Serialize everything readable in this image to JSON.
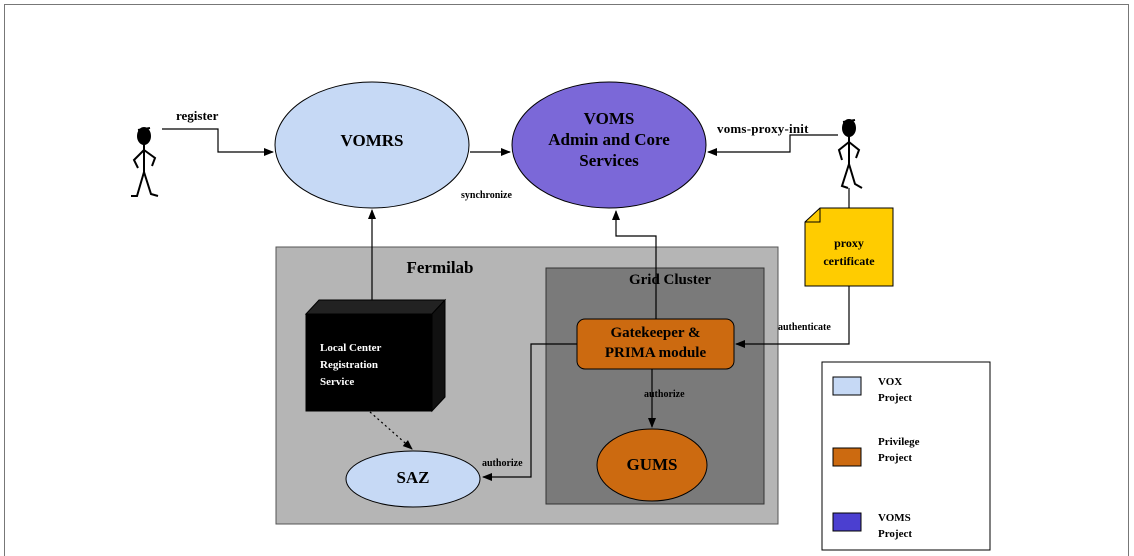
{
  "nodes": {
    "vomrs": {
      "label": "VOMRS",
      "color": "#c6d9f5"
    },
    "voms": {
      "label_line1": "VOMS",
      "label_line2": "Admin and Core",
      "label_line3": "Services",
      "color": "#7b68d8"
    },
    "fermilab": {
      "label": "Fermilab",
      "color": "#b5b5b5"
    },
    "grid_cluster": {
      "label": "Grid Cluster",
      "color": "#7a7a7a"
    },
    "local_center": {
      "label_line1": "Local Center",
      "label_line2": "Registration",
      "label_line3": "Service",
      "color": "#000000"
    },
    "gatekeeper": {
      "label_line1": "Gatekeeper &",
      "label_line2": "PRIMA module",
      "color": "#cc6a10"
    },
    "gums": {
      "label": "GUMS",
      "color": "#cc6a10"
    },
    "saz": {
      "label": "SAZ",
      "color": "#c6d9f5"
    },
    "proxy": {
      "label_line1": "proxy",
      "label_line2": "certificate",
      "color": "#ffcc00"
    }
  },
  "edges": {
    "register": "register",
    "synchronize": "synchronize",
    "voms_proxy_init": "voms-proxy-init",
    "authenticate": "authenticate",
    "authorize_gums": "authorize",
    "authorize_saz": "authorize"
  },
  "legend": {
    "items": [
      {
        "line1": "VOX",
        "line2": "Project",
        "color": "#c6d9f5"
      },
      {
        "line1": "Privilege",
        "line2": "Project",
        "color": "#cc6a10"
      },
      {
        "line1": "VOMS",
        "line2": "Project",
        "color": "#4b3fd0"
      }
    ]
  }
}
